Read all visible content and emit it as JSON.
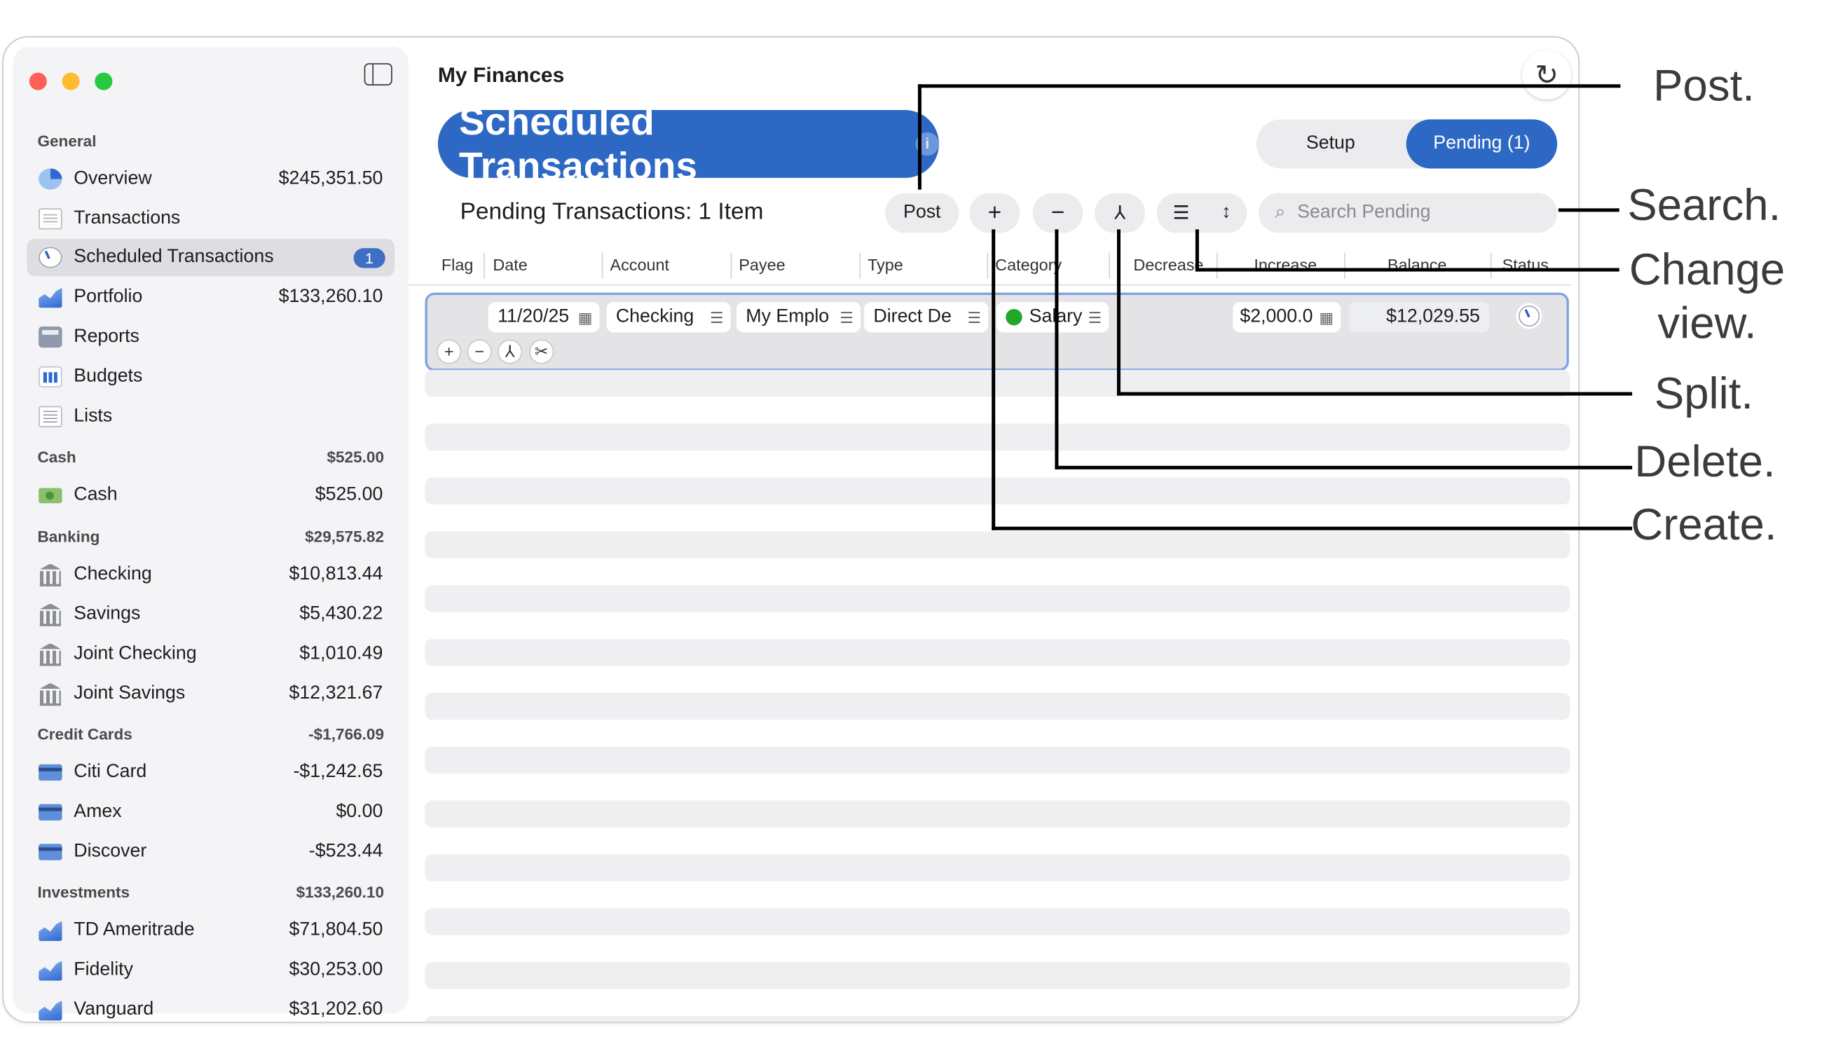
{
  "window": {
    "traffic_lights": {
      "close": "#ff5f57",
      "minimize": "#febc2e",
      "zoom": "#28c840"
    }
  },
  "accent": "#2d69c4",
  "sidebar": {
    "toggle_icon": "sidebar-toggle-icon",
    "general_label": "General",
    "items": [
      {
        "label": "Overview",
        "amount": "$245,351.50",
        "icon": "pie-chart-icon"
      },
      {
        "label": "Transactions",
        "amount": "",
        "icon": "ledger-icon"
      },
      {
        "label": "Scheduled Transactions",
        "badge": "1",
        "icon": "clock-icon",
        "selected": true
      },
      {
        "label": "Portfolio",
        "amount": "$133,260.10",
        "icon": "area-chart-icon"
      },
      {
        "label": "Reports",
        "amount": "",
        "icon": "calculator-icon"
      },
      {
        "label": "Budgets",
        "amount": "",
        "icon": "bar-chart-icon"
      },
      {
        "label": "Lists",
        "amount": "",
        "icon": "list-icon"
      }
    ],
    "sections": [
      {
        "label": "Cash",
        "total": "$525.00",
        "accounts": [
          {
            "label": "Cash",
            "amount": "$525.00",
            "icon": "cash-icon"
          }
        ]
      },
      {
        "label": "Banking",
        "total": "$29,575.82",
        "accounts": [
          {
            "label": "Checking",
            "amount": "$10,813.44",
            "icon": "bank-icon"
          },
          {
            "label": "Savings",
            "amount": "$5,430.22",
            "icon": "bank-icon"
          },
          {
            "label": "Joint Checking",
            "amount": "$1,010.49",
            "icon": "bank-icon"
          },
          {
            "label": "Joint Savings",
            "amount": "$12,321.67",
            "icon": "bank-icon"
          }
        ]
      },
      {
        "label": "Credit Cards",
        "total": "-$1,766.09",
        "accounts": [
          {
            "label": "Citi Card",
            "amount": "-$1,242.65",
            "icon": "credit-card-icon"
          },
          {
            "label": "Amex",
            "amount": "$0.00",
            "icon": "credit-card-icon"
          },
          {
            "label": "Discover",
            "amount": "-$523.44",
            "icon": "credit-card-icon"
          }
        ]
      },
      {
        "label": "Investments",
        "total": "$133,260.10",
        "accounts": [
          {
            "label": "TD Ameritrade",
            "amount": "$71,804.50",
            "icon": "area-chart-icon"
          },
          {
            "label": "Fidelity",
            "amount": "$30,253.00",
            "icon": "area-chart-icon"
          },
          {
            "label": "Vanguard",
            "amount": "$31,202.60",
            "icon": "area-chart-icon"
          }
        ]
      }
    ]
  },
  "main": {
    "app_title": "My Finances",
    "page_title": "Scheduled Transactions",
    "info_glyph": "i",
    "segments": {
      "setup": "Setup",
      "pending": "Pending (1)",
      "selected": "pending"
    },
    "pending_header": "Pending Transactions: 1 Item",
    "toolbar": {
      "post": "Post",
      "add": "+",
      "remove": "−",
      "split": "⅄",
      "list": "☰",
      "chevrons": "↕"
    },
    "search_placeholder": "Search Pending",
    "columns": [
      "Flag",
      "Date",
      "Account",
      "Payee",
      "Type",
      "Category",
      "Decrease",
      "Increase",
      "Balance",
      "Status"
    ],
    "row": {
      "date": "11/20/25",
      "account": "Checking",
      "payee": "My Emplo",
      "type": "Direct De",
      "category": "Salary",
      "category_color": "#1fa82a",
      "increase": "$2,000.0",
      "balance": "$12,029.55"
    },
    "row_actions": [
      "+",
      "−",
      "⅄",
      "✂"
    ]
  },
  "annotations": [
    "Post.",
    "Search.",
    "Change view.",
    "Split.",
    "Delete.",
    "Create."
  ]
}
